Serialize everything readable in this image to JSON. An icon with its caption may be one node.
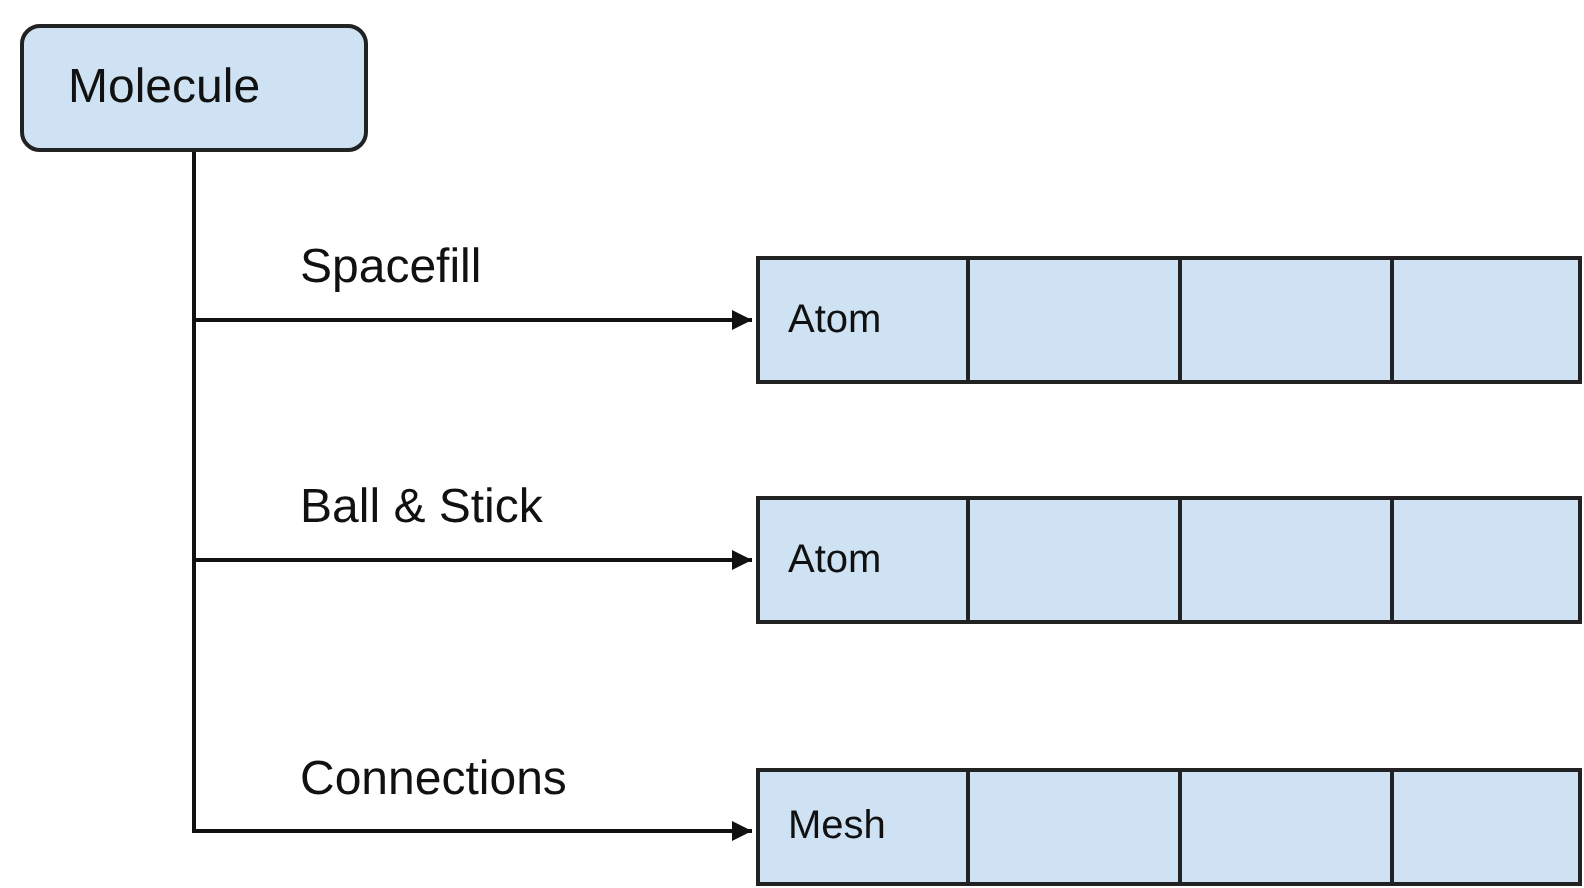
{
  "diagram": {
    "nodes": [
      {
        "text": [
          "Molecule"
        ]
      },
      {
        "text": [
          "Atom"
        ]
      },
      {
        "text": [],
        "shape": "box"
      },
      {
        "text": [],
        "shape": "box"
      },
      {
        "text": [],
        "shape": "box"
      },
      {
        "text": [
          "Atom"
        ]
      },
      {
        "text": [],
        "shape": "box"
      },
      {
        "text": [],
        "shape": "box"
      },
      {
        "text": [],
        "shape": "box"
      },
      {
        "text": [
          "Mesh"
        ]
      },
      {
        "text": [],
        "shape": "box"
      },
      {
        "text": [],
        "shape": "box"
      },
      {
        "text": [],
        "shape": "box"
      }
    ],
    "edges": [
      {
        "from": 0,
        "to": 1,
        "arrow": "to",
        "label": "Spacefill"
      },
      {
        "from": 0,
        "to": 5,
        "arrow": "to",
        "label": "Ball & Stick"
      },
      {
        "from": 0,
        "to": 9,
        "arrow": "to",
        "label": "Connections"
      }
    ]
  }
}
